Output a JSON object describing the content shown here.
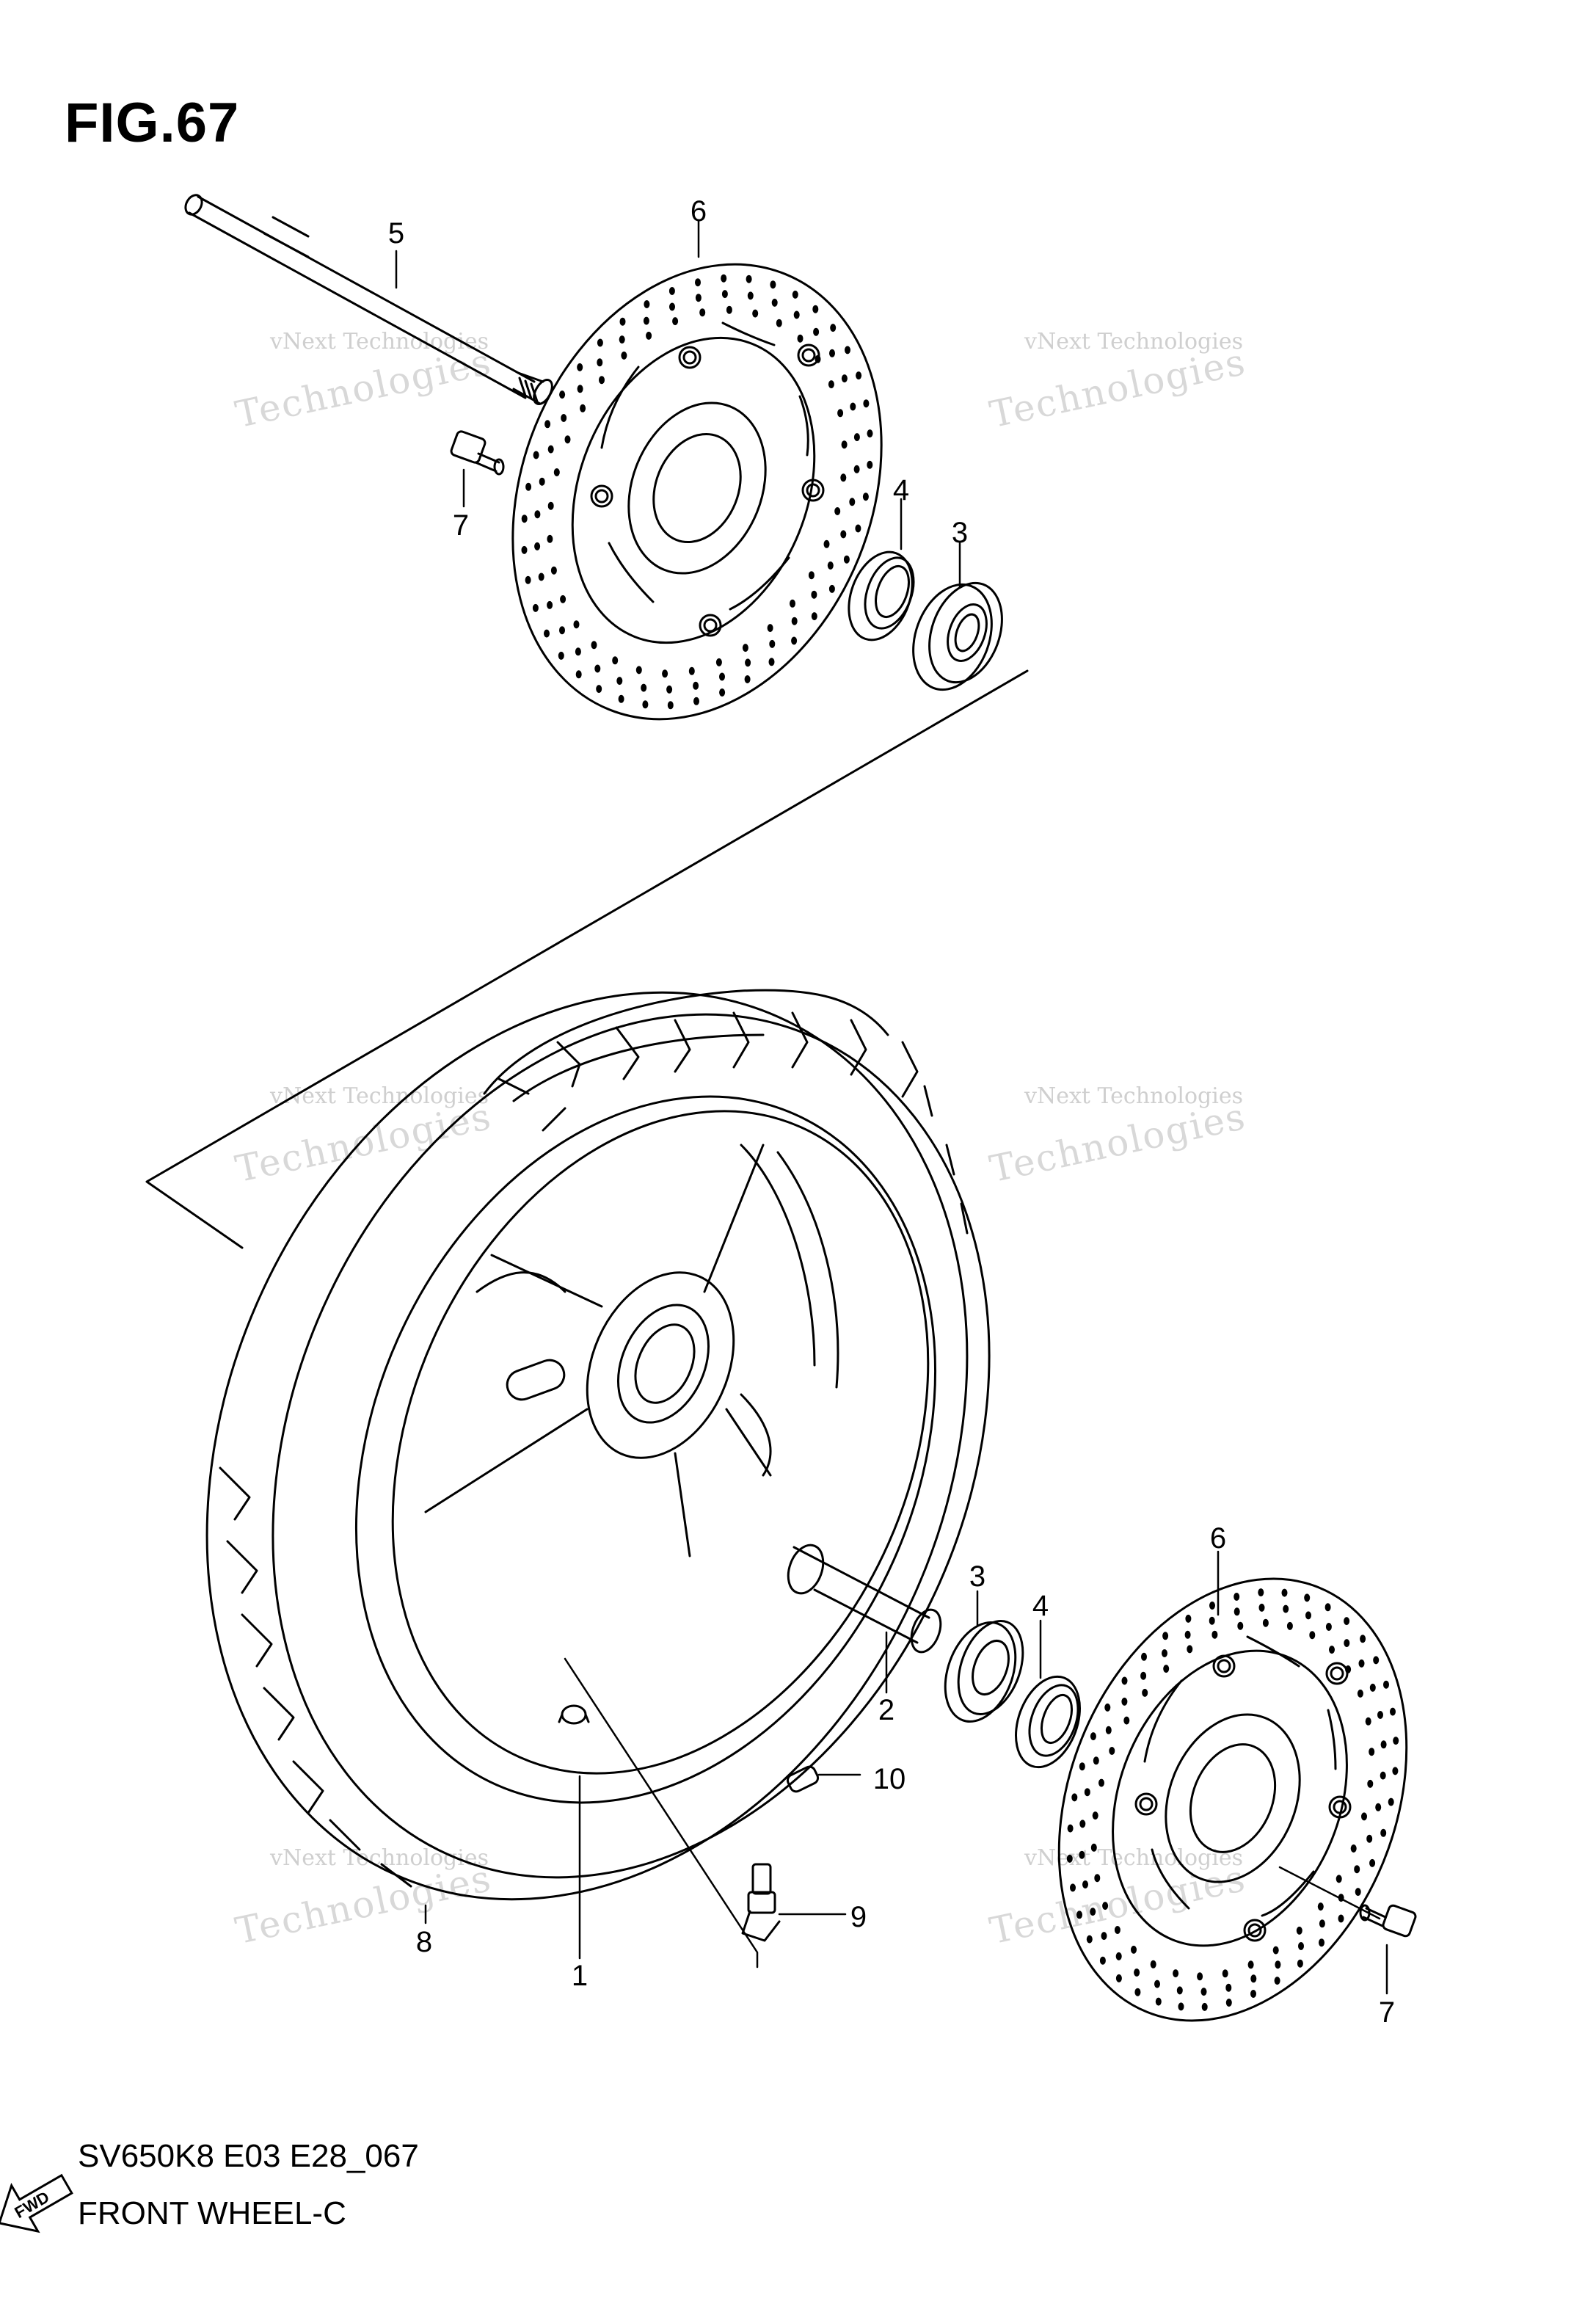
{
  "figure": {
    "title": "FIG.67"
  },
  "footer": {
    "model_code": "SV650K8 E03 E28_067",
    "section_name": "FRONT WHEEL-C"
  },
  "watermark": {
    "line1": "vNext Technologies",
    "line2": "Technologies",
    "line3": "vNext"
  },
  "callouts": {
    "axle": "5",
    "disc_upper": "6",
    "bolt_upper": "7",
    "seal_upper": "4",
    "bearing_upper": "3",
    "tire": "8",
    "wheel": "1",
    "spacer": "2",
    "bearing_lower": "3",
    "seal_lower": "4",
    "disc_lower": "6",
    "bolt_lower": "7",
    "balance_weight": "10",
    "valve": "9"
  },
  "direction_marker": "FWD"
}
